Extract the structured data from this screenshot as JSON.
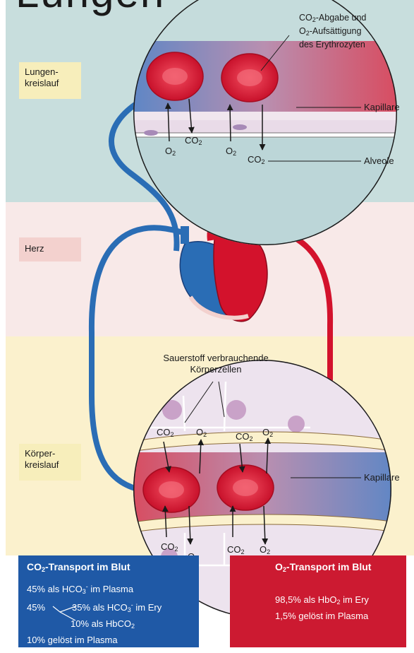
{
  "header_fragment": "Lungen",
  "sections": {
    "lung": {
      "label_line1": "Lungen-",
      "label_line2": "kreislauf"
    },
    "heart": {
      "label": "Herz"
    },
    "body": {
      "label_line1": "Körper-",
      "label_line2": "kreislauf"
    }
  },
  "callouts": {
    "erythro_line1_a": "CO",
    "erythro_line1_sub": "2",
    "erythro_line1_b": "-Abgabe und",
    "erythro_line2_a": "O",
    "erythro_line2_sub": "2",
    "erythro_line2_b": "-Aufsättigung",
    "erythro_line3": "des Erythrozyten",
    "kapillare_top": "Kapillare",
    "alveole": "Alveole",
    "cells_line1": "Sauerstoff verbrauchende",
    "cells_line2": "Körperzellen",
    "kapillare_bottom": "Kapillare"
  },
  "gas": {
    "co2": "CO",
    "o2": "O",
    "sub": "2"
  },
  "co2_panel": {
    "title_a": "CO",
    "title_sub": "2",
    "title_b": "-Transport im Blut",
    "l1_a": "45% als HCO",
    "l1_sub": "3",
    "l1_sup": "-",
    "l1_b": " im Plasma",
    "l2_a": "45%",
    "l2_b": "35% als HCO",
    "l2_sub": "3",
    "l2_sup": "-",
    "l2_c": " im Ery",
    "l3_a": "10% als HbCO",
    "l3_sub": "2",
    "l4": "10% gelöst im Plasma"
  },
  "o2_panel": {
    "title_a": "O",
    "title_sub": "2",
    "title_b": "-Transport im Blut",
    "l1_a": "98,5% als HbO",
    "l1_sub": "2",
    "l1_b": " im Ery",
    "l2": "1,5% gelöst im Plasma"
  },
  "colors": {
    "lung_bg": "#c8dedd",
    "heart_bg": "#f8e9e8",
    "body_bg": "#fbf1cd",
    "label_box": "#f7eebb",
    "heart_label_box": "#f3d1ce",
    "artery_red": "#d3122c",
    "vein_blue": "#2a6db5",
    "co2_panel": "#1f59a6",
    "o2_panel": "#cc1a31"
  }
}
